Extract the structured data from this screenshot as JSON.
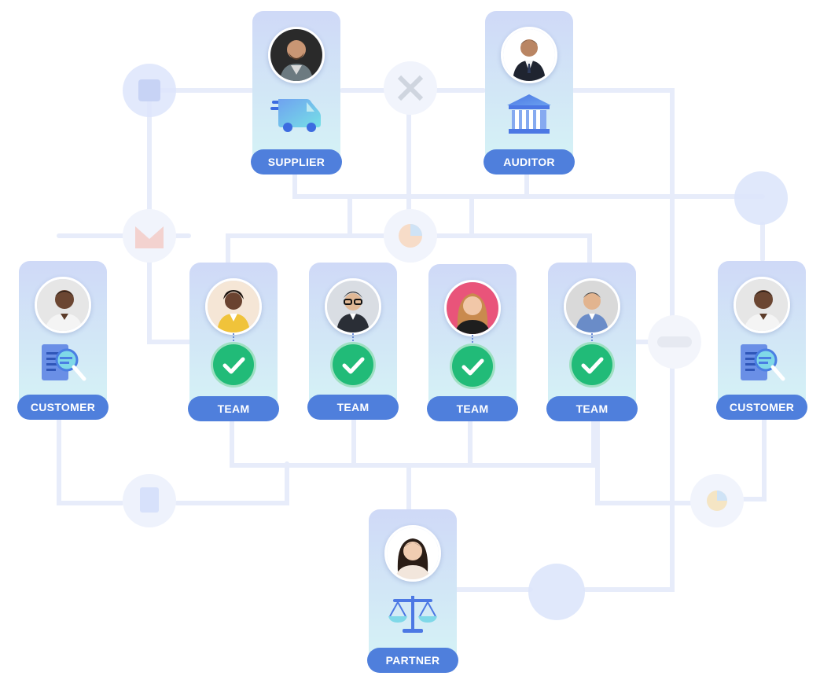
{
  "nodes": {
    "supplier": {
      "label": "SUPPLIER",
      "icon": "delivery-truck-icon"
    },
    "auditor": {
      "label": "AUDITOR",
      "icon": "bank-building-icon"
    },
    "customer_left": {
      "label": "CUSTOMER",
      "icon": "document-search-icon"
    },
    "customer_right": {
      "label": "CUSTOMER",
      "icon": "document-search-icon"
    },
    "team_1": {
      "label": "TEAM",
      "icon": "check-circle-icon"
    },
    "team_2": {
      "label": "TEAM",
      "icon": "check-circle-icon"
    },
    "team_3": {
      "label": "TEAM",
      "icon": "check-circle-icon"
    },
    "team_4": {
      "label": "TEAM",
      "icon": "check-circle-icon"
    },
    "partner": {
      "label": "PARTNER",
      "icon": "balance-scale-icon"
    }
  },
  "colors": {
    "label_bg": "#4f7fdc",
    "card_top": "#cfd9f7",
    "card_bottom": "#d5f3f6",
    "check_green": "#21bb78",
    "connector": "#e7ecfa"
  }
}
